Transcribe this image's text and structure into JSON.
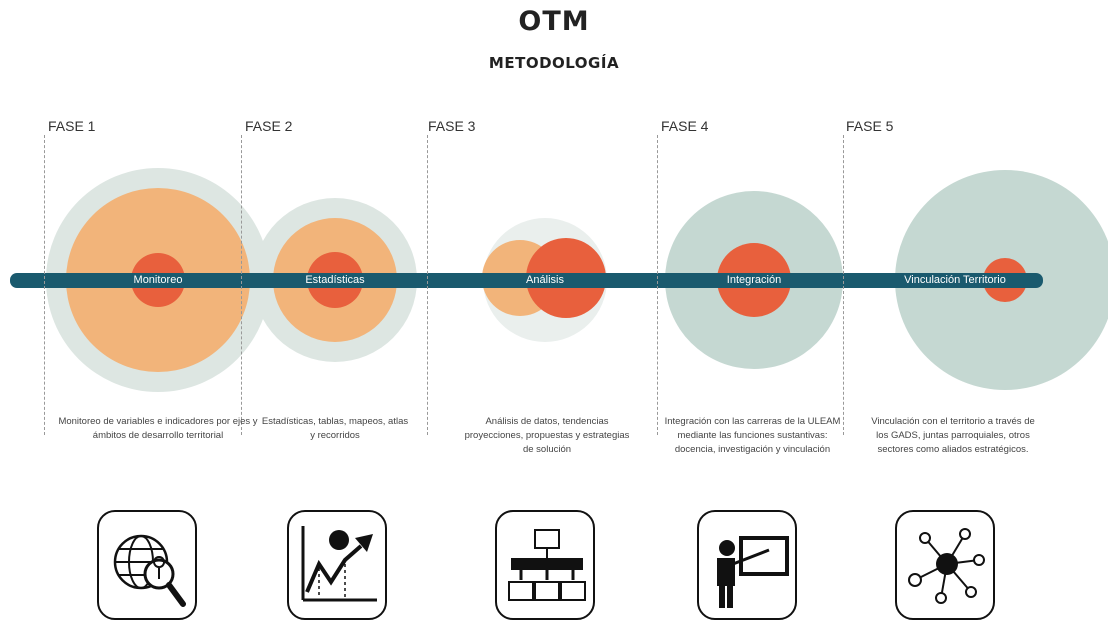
{
  "header": {
    "title": "OTM",
    "subtitle": "METODOLOGÍA"
  },
  "colors": {
    "timeline": "#1a5a6e",
    "orange": "#f2b47a",
    "red": "#e8603d",
    "pale": "#dde6e2",
    "teal": "#c5d8d2"
  },
  "phases": [
    {
      "label": "FASE 1",
      "circle_label": "Monitoreo",
      "description": "Monitoreo de variables e indicadores por ejes y ámbitos de desarrollo territorial",
      "icon": "globe-search-icon"
    },
    {
      "label": "FASE 2",
      "circle_label": "Estadísticas",
      "description": "Estadísticas, tablas, mapeos, atlas y recorridos",
      "icon": "trend-chart-icon"
    },
    {
      "label": "FASE 3",
      "circle_label": "Análisis",
      "description": "Análisis de datos, tendencias proyecciones, propuestas y estrategias de solución",
      "icon": "hierarchy-icon"
    },
    {
      "label": "FASE 4",
      "circle_label": "Integración",
      "description": "Integración con las carreras de la ULEAM mediante las funciones sustantivas: docencia, investigación y vinculación",
      "icon": "presentation-icon"
    },
    {
      "label": "FASE 5",
      "circle_label": "Vinculación Territorio",
      "description": "Vinculación con el territorio a través de los GADS, juntas parroquiales, otros sectores como aliados estratégicos.",
      "icon": "network-icon"
    }
  ]
}
